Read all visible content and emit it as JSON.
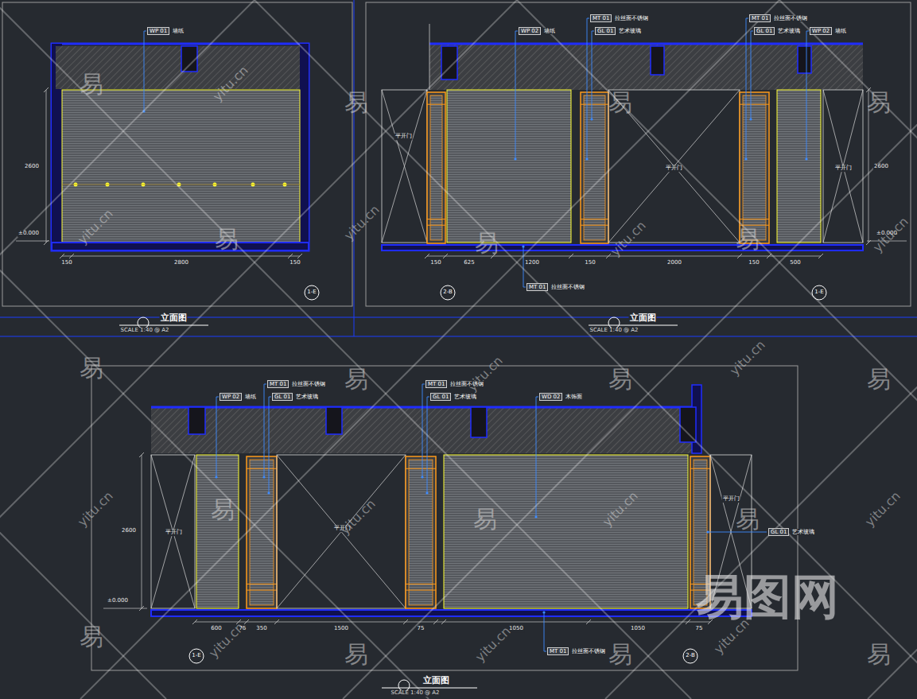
{
  "diagram": {
    "nodes": [
      {
        "text": [
          "WP 01",
          "墙纸"
        ]
      },
      {
        "text": [
          "WP 02",
          "墙纸"
        ]
      },
      {
        "text": [
          "MT 01",
          "拉丝面不锈钢"
        ]
      },
      {
        "text": [
          "GL 01",
          "艺术玻璃"
        ]
      },
      {
        "text": [
          "MT 01",
          "拉丝面不锈钢"
        ]
      },
      {
        "text": [
          "GL 01",
          "艺术玻璃"
        ]
      },
      {
        "text": [
          "WP 02",
          "墙纸"
        ]
      },
      {
        "text": [
          "MT 01",
          "拉丝面不锈钢"
        ]
      },
      {
        "text": [
          "WP 02",
          "墙纸"
        ]
      },
      {
        "text": [
          "MT 01",
          "拉丝面不锈钢"
        ]
      },
      {
        "text": [
          "GL 01",
          "艺术玻璃"
        ]
      },
      {
        "text": [
          "MT 01",
          "拉丝面不锈钢"
        ]
      },
      {
        "text": [
          "GL 01",
          "艺术玻璃"
        ]
      },
      {
        "text": [
          "WD 02",
          "木饰面"
        ]
      },
      {
        "text": [
          "GL 01",
          "艺术玻璃"
        ]
      },
      {
        "text": [
          "MT 01",
          "拉丝面不锈钢"
        ]
      }
    ],
    "labels": [
      "立面图",
      "SCALE 1:40 @ A2",
      "立面图",
      "SCALE 1:40 @ A2",
      "立面图",
      "SCALE 1:40 @ A2",
      "1-E",
      "2-B",
      "1-E",
      "1-E",
      "2-B",
      "平开门",
      "平开门",
      "平开门",
      "平开门",
      "平开门",
      "平开门",
      "±0.000",
      "2600",
      "±0.000",
      "2600",
      "±0.000",
      "2600",
      "150",
      "2800",
      "150",
      "150",
      "625",
      "1200",
      "150",
      "2000",
      "150",
      "500",
      "600",
      "75",
      "350",
      "1500",
      "75",
      "1050",
      "1050",
      "75",
      "易",
      "易",
      "易",
      "易",
      "易",
      "易",
      "易",
      "易",
      "易",
      "易",
      "易",
      "易",
      "易",
      "易",
      "易",
      "易",
      "易",
      "易",
      "yitu.cn",
      "yitu.cn",
      "yitu.cn",
      "yitu.cn",
      "yitu.cn",
      "yitu.cn",
      "yitu.cn",
      "yitu.cn",
      "yitu.cn",
      "yitu.cn",
      "yitu.cn",
      "yitu.cn",
      "yitu.cn",
      "yitu.cn",
      "易图网"
    ]
  }
}
